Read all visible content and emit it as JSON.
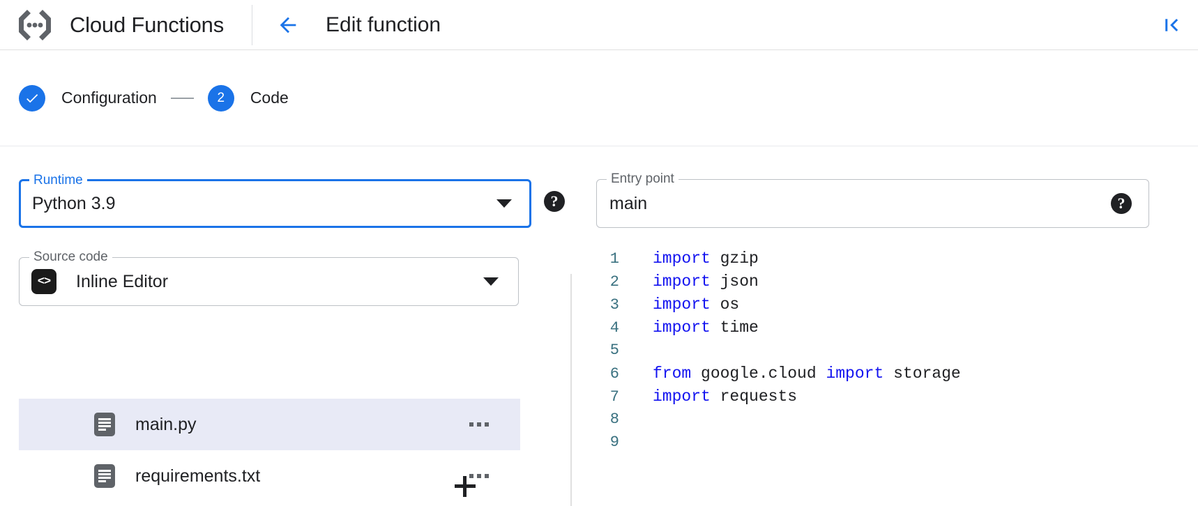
{
  "topbar": {
    "product_icon": "cloud-functions-icon",
    "product_title": "Cloud Functions",
    "back_icon": "arrow-left-icon",
    "page_title": "Edit function",
    "collapse_icon": "collapse-panel-icon"
  },
  "stepper": {
    "steps": [
      {
        "marker": "✓",
        "label": "Configuration",
        "state": "complete"
      },
      {
        "marker": "2",
        "label": "Code",
        "state": "active"
      }
    ]
  },
  "form": {
    "runtime": {
      "legend": "Runtime",
      "value": "Python 3.9",
      "focused": true,
      "help_icon": "help-icon",
      "dropdown_icon": "chevron-down-icon"
    },
    "entry_point": {
      "legend": "Entry point",
      "value": "main",
      "focused": false,
      "help_icon": "help-icon"
    },
    "source_code": {
      "legend": "Source code",
      "value": "Inline Editor",
      "badge_icon": "code-brackets-icon",
      "badge_glyph": "<>",
      "dropdown_icon": "chevron-down-icon"
    }
  },
  "files": {
    "add_icon": "plus-icon",
    "items": [
      {
        "name": "main.py",
        "icon": "file-icon",
        "selected": true,
        "menu_icon": "more-options-icon"
      },
      {
        "name": "requirements.txt",
        "icon": "file-icon",
        "selected": false,
        "menu_icon": "more-options-icon"
      }
    ]
  },
  "editor": {
    "lines": [
      {
        "n": "1",
        "tokens": [
          {
            "t": "import",
            "k": true
          },
          {
            "t": " gzip",
            "k": false
          }
        ]
      },
      {
        "n": "2",
        "tokens": [
          {
            "t": "import",
            "k": true
          },
          {
            "t": " json",
            "k": false
          }
        ]
      },
      {
        "n": "3",
        "tokens": [
          {
            "t": "import",
            "k": true
          },
          {
            "t": " os",
            "k": false
          }
        ]
      },
      {
        "n": "4",
        "tokens": [
          {
            "t": "import",
            "k": true
          },
          {
            "t": " time",
            "k": false
          }
        ]
      },
      {
        "n": "5",
        "tokens": []
      },
      {
        "n": "6",
        "tokens": [
          {
            "t": "from",
            "k": true
          },
          {
            "t": " google.cloud ",
            "k": false
          },
          {
            "t": "import",
            "k": true
          },
          {
            "t": " storage",
            "k": false
          }
        ]
      },
      {
        "n": "7",
        "tokens": [
          {
            "t": "import",
            "k": true
          },
          {
            "t": " requests",
            "k": false
          }
        ]
      },
      {
        "n": "8",
        "tokens": []
      },
      {
        "n": "9",
        "tokens": []
      }
    ]
  },
  "colors": {
    "accent": "#1a73e8",
    "keyword": "#1313f0",
    "line_number": "#3a7180",
    "selected_row": "#e8eaf6",
    "text": "#202124",
    "border": "#bdc1c6"
  }
}
